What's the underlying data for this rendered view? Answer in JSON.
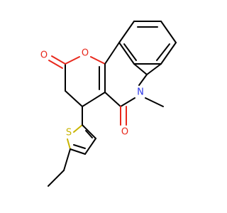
{
  "molecule": {
    "atom_labels": {
      "ring_oxygen": "O",
      "lactone_carbonyl_oxygen": "O",
      "amide_carbonyl_oxygen": "O",
      "ring_nitrogen": "N",
      "thiophene_sulfur": "S"
    },
    "colors": {
      "bond": "#000000",
      "oxygen": "#e8281c",
      "nitrogen": "#2b35e8",
      "sulfur": "#c8b400",
      "background": "#ffffff"
    }
  }
}
